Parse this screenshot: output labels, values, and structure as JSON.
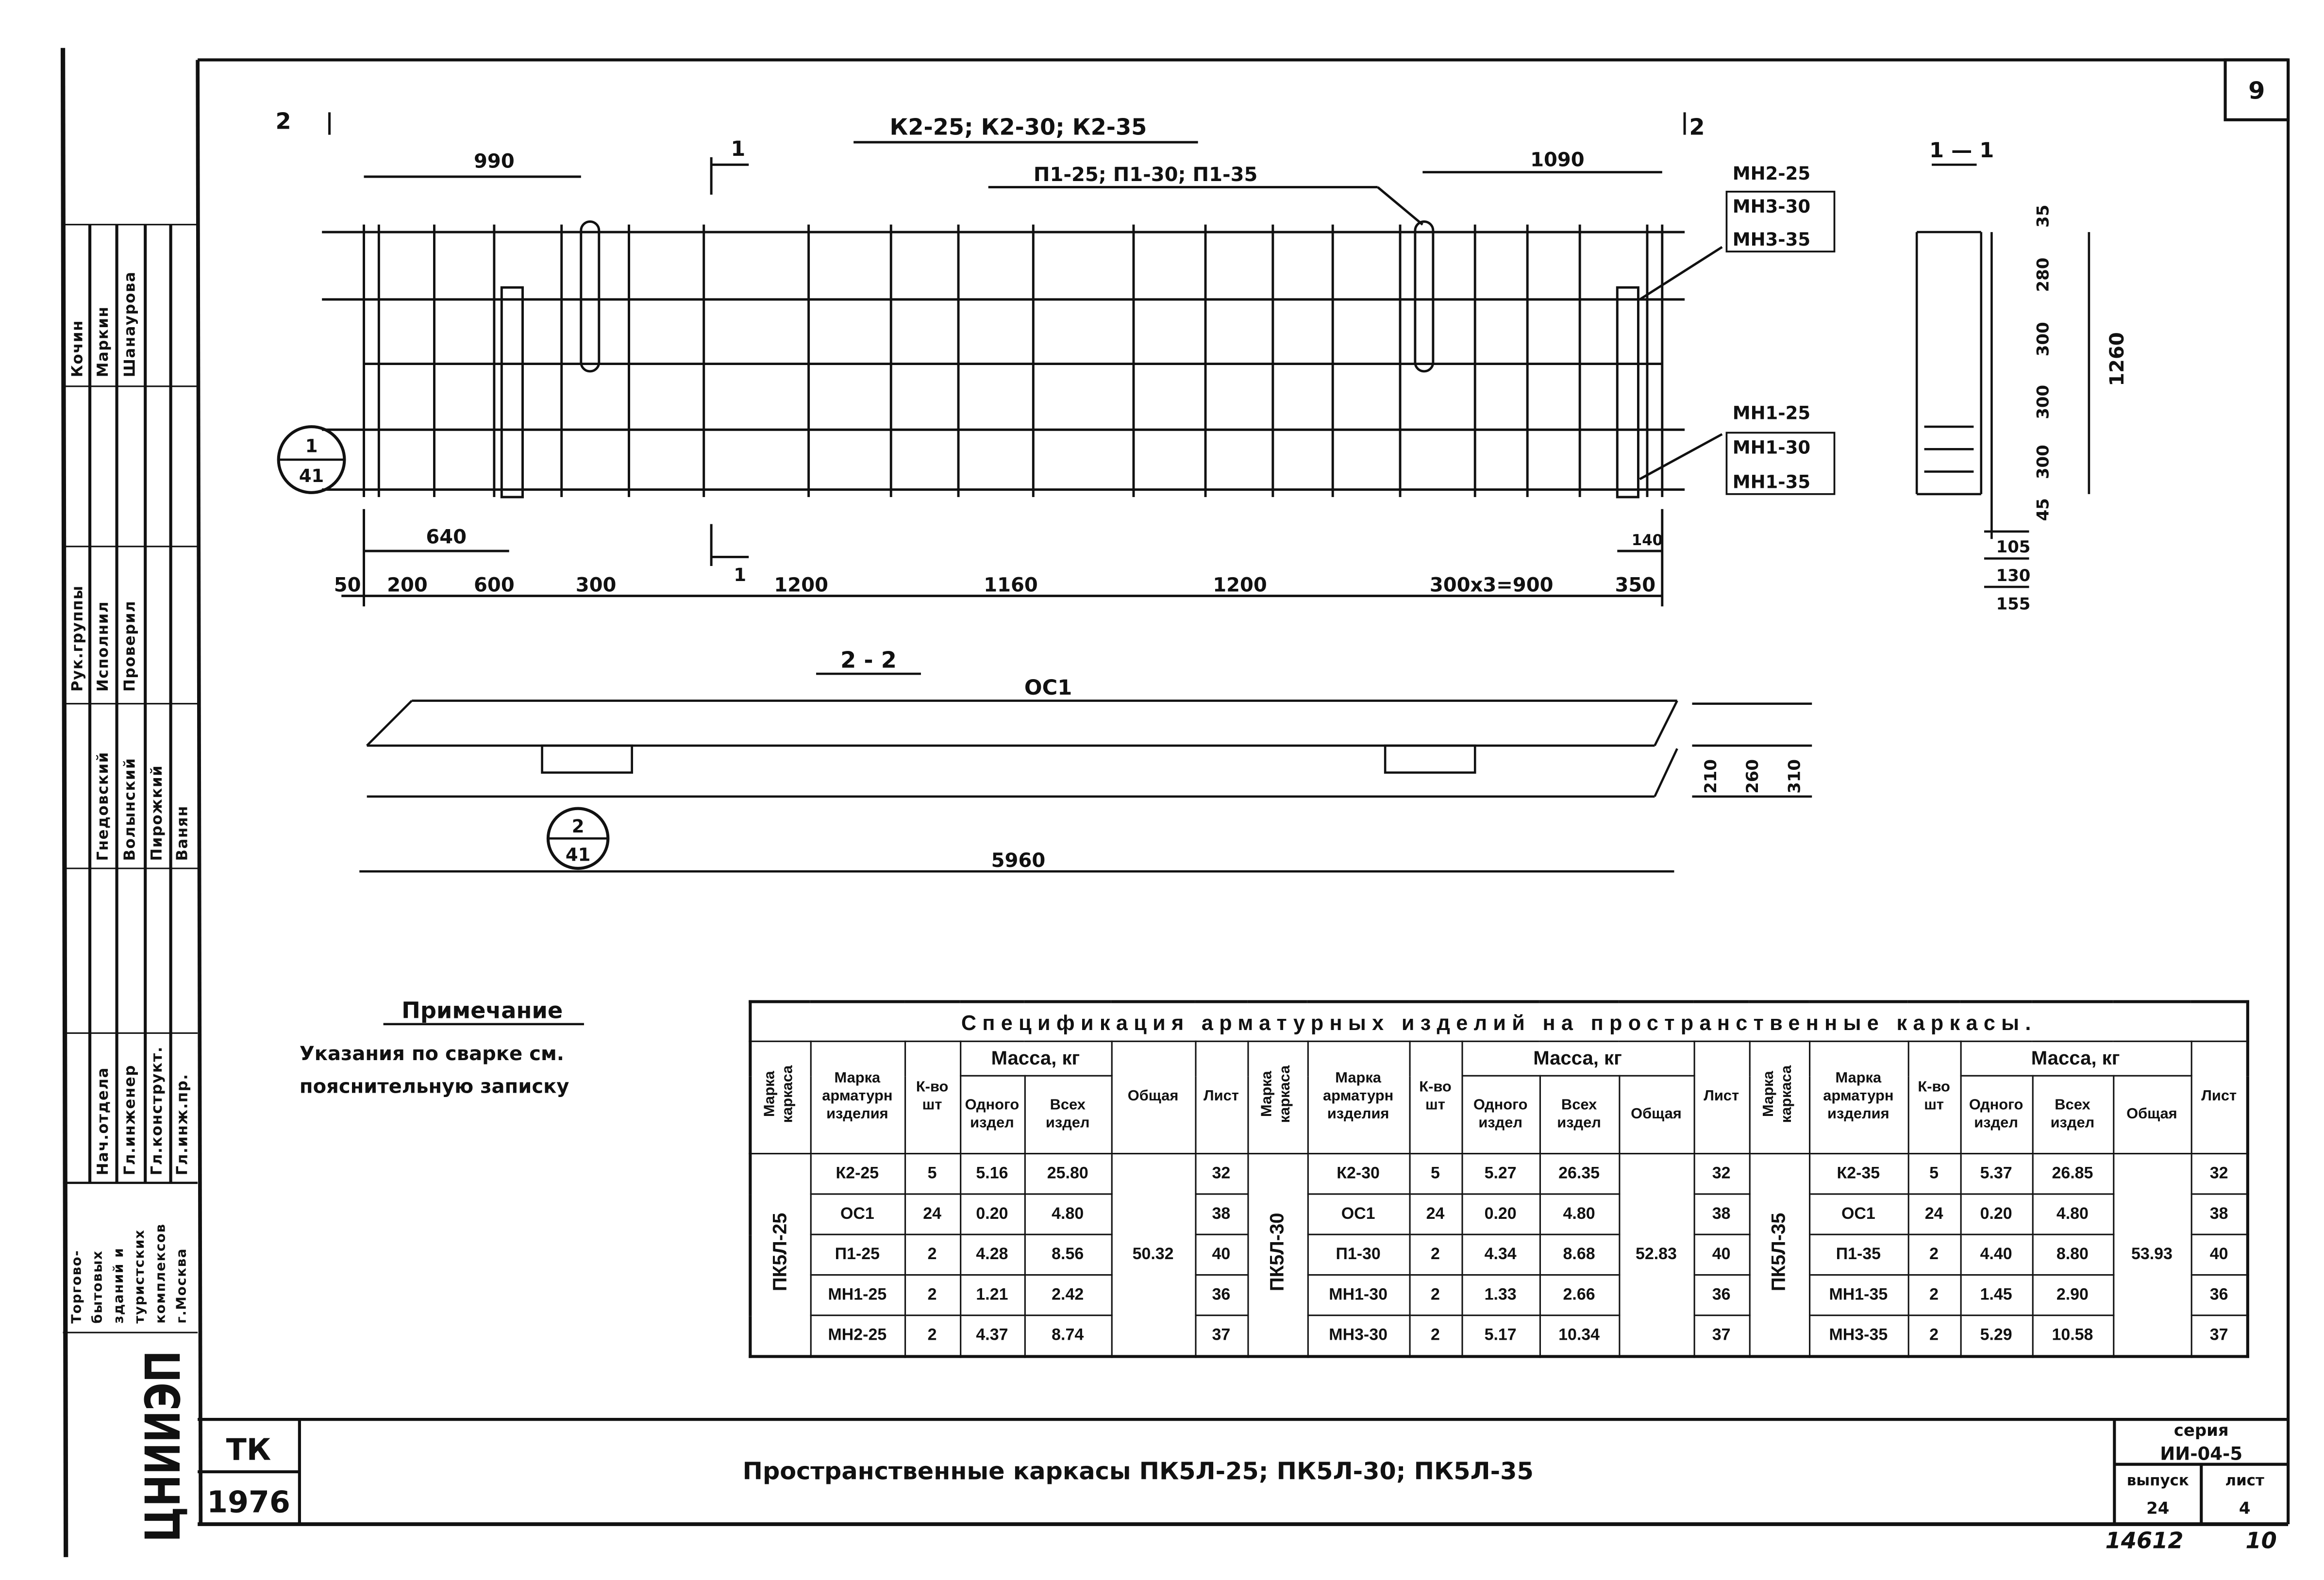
{
  "sheet_number": "9",
  "elevation": {
    "frame_label": "К2-25; К2-30; К2-35",
    "loop_label": "П1-25; П1-30; П1-35",
    "section_mark_left": "2",
    "section_mark_right": "2",
    "section_1_top": "1",
    "section_1_bottom": "1",
    "dim_990": "990",
    "dim_1090": "1090",
    "mesh_right_top": [
      "МН2-25",
      "МН3-30",
      "МН3-35"
    ],
    "mesh_right_bottom": [
      "МН1-25",
      "МН1-30",
      "МН1-35"
    ],
    "detail_ref": {
      "num": "1",
      "sheet": "41"
    },
    "dim_640": "640",
    "dim_140": "140",
    "bottom_dims": [
      "50",
      "200",
      "600",
      "300",
      "1200",
      "1160",
      "1200",
      "300х3=900",
      "350"
    ]
  },
  "section_1_1": {
    "title": "1 — 1",
    "dims_vertical": [
      "35",
      "280",
      "300",
      "300",
      "300",
      "45"
    ],
    "total": "1260",
    "dims_bottom": [
      "105",
      "130",
      "155"
    ]
  },
  "section_2_2": {
    "title": "2 - 2",
    "bar_label": "ОС1",
    "length": "5960",
    "heights": [
      "210",
      "260",
      "310"
    ],
    "detail_ref": {
      "num": "2",
      "sheet": "41"
    }
  },
  "note": {
    "title": "Примечание",
    "text_line1": "Указания по сварке см.",
    "text_line2": "пояснительную записку"
  },
  "spec_table": {
    "title": "Спецификация арматурных изделий на пространственные каркасы.",
    "headers": {
      "frame_mark": "Марка каркаса",
      "item_mark": [
        "Марка",
        "арматурн",
        "изделия"
      ],
      "qty": [
        "К-во",
        "шт"
      ],
      "mass": "Масса, кг",
      "one": [
        "Одного",
        "издел"
      ],
      "all": [
        "Всех",
        "издел"
      ],
      "total": "Общая",
      "sheet": "Лист"
    },
    "groups": [
      {
        "frame": "ПК5Л-25",
        "total": "50.32",
        "rows": [
          {
            "mark": "К2-25",
            "qty": "5",
            "one": "5.16",
            "all": "25.80",
            "sheet": "32"
          },
          {
            "mark": "ОС1",
            "qty": "24",
            "one": "0.20",
            "all": "4.80",
            "sheet": "38"
          },
          {
            "mark": "П1-25",
            "qty": "2",
            "one": "4.28",
            "all": "8.56",
            "sheet": "40"
          },
          {
            "mark": "МН1-25",
            "qty": "2",
            "one": "1.21",
            "all": "2.42",
            "sheet": "36"
          },
          {
            "mark": "МН2-25",
            "qty": "2",
            "one": "4.37",
            "all": "8.74",
            "sheet": "37"
          }
        ]
      },
      {
        "frame": "ПК5Л-30",
        "total": "52.83",
        "rows": [
          {
            "mark": "К2-30",
            "qty": "5",
            "one": "5.27",
            "all": "26.35",
            "sheet": "32"
          },
          {
            "mark": "ОС1",
            "qty": "24",
            "one": "0.20",
            "all": "4.80",
            "sheet": "38"
          },
          {
            "mark": "П1-30",
            "qty": "2",
            "one": "4.34",
            "all": "8.68",
            "sheet": "40"
          },
          {
            "mark": "МН1-30",
            "qty": "2",
            "one": "1.33",
            "all": "2.66",
            "sheet": "36"
          },
          {
            "mark": "МН3-30",
            "qty": "2",
            "one": "5.17",
            "all": "10.34",
            "sheet": "37"
          }
        ]
      },
      {
        "frame": "ПК5Л-35",
        "total": "53.93",
        "rows": [
          {
            "mark": "К2-35",
            "qty": "5",
            "one": "5.37",
            "all": "26.85",
            "sheet": "32"
          },
          {
            "mark": "ОС1",
            "qty": "24",
            "one": "0.20",
            "all": "4.80",
            "sheet": "38"
          },
          {
            "mark": "П1-35",
            "qty": "2",
            "one": "4.40",
            "all": "8.80",
            "sheet": "40"
          },
          {
            "mark": "МН1-35",
            "qty": "2",
            "one": "1.45",
            "all": "2.90",
            "sheet": "36"
          },
          {
            "mark": "МН3-35",
            "qty": "2",
            "one": "5.29",
            "all": "10.58",
            "sheet": "37"
          }
        ]
      }
    ]
  },
  "title_block": {
    "code": "ТК",
    "year": "1976",
    "title": "Пространственные каркасы   ПК5Л-25;  ПК5Л-30;  ПК5Л-35",
    "series_label": "серия",
    "series": "ИИ-04-5",
    "issue_label": "выпуск",
    "issue": "24",
    "sheet_label": "лист",
    "sheet": "4",
    "inventory": "14612",
    "page": "10"
  },
  "side_stamp": {
    "names_top": [
      "Кочин",
      "Маркин",
      "Шанаурова"
    ],
    "roles_mid": [
      "Рук.группы",
      "Исполнил",
      "Проверил"
    ],
    "names_mid": [
      "Гнедовский",
      "Волынский",
      "Пирожкий",
      "Ванян"
    ],
    "roles_bottom": [
      "Нач.отдела",
      "Гл.инженер",
      "Гл.конструкт.",
      "Гл.инж.пр."
    ],
    "org": [
      "Торгово-",
      "бытовых",
      "зданий и",
      "туристских",
      "комплексов",
      "г.Москва"
    ],
    "logo": "ЦНИИЭП"
  }
}
